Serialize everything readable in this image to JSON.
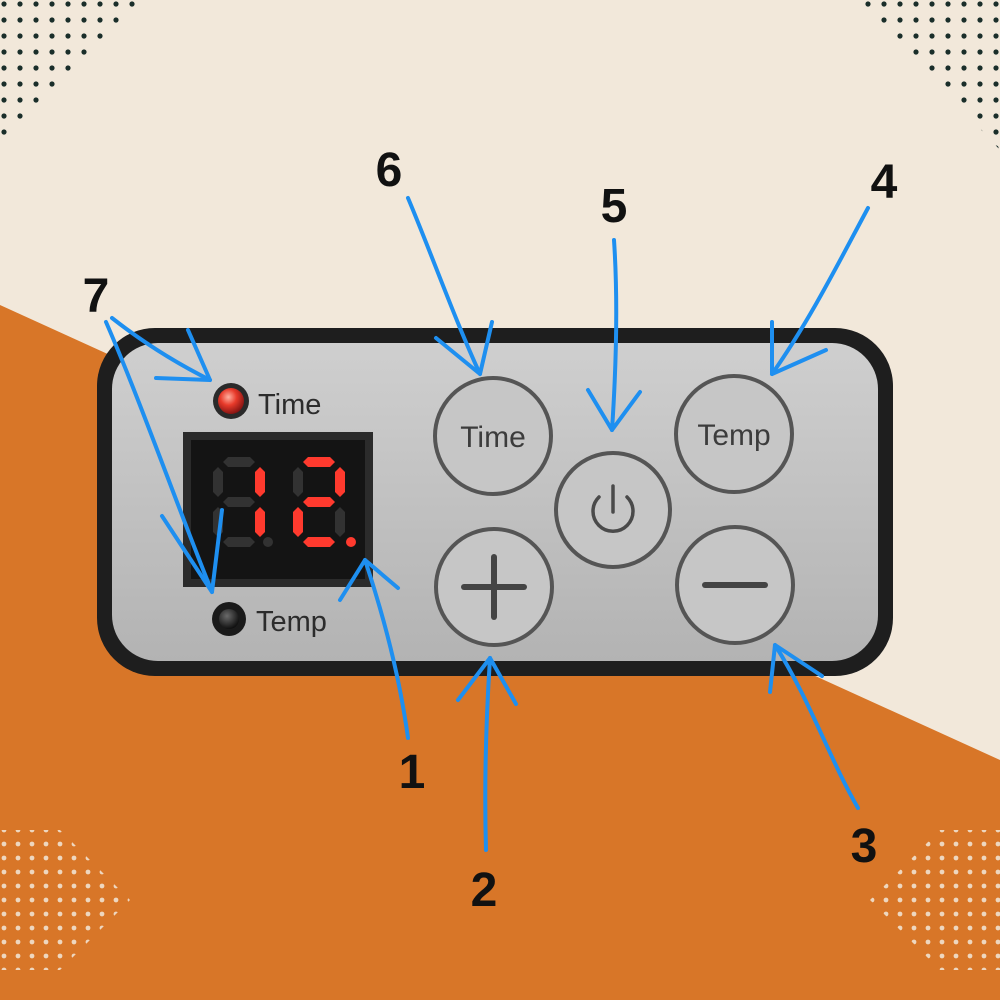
{
  "colors": {
    "background_cream": "#f2e8da",
    "background_orange": "#d87628",
    "panel_face": "#c2c2c2",
    "panel_border": "#1e1e1e",
    "button_ring": "#555555",
    "display_bg": "#141414",
    "segment_on": "#ff3a2e",
    "led_time": "#e02a2a",
    "led_temp": "#1c1c1c",
    "arrow": "#1e8ff0",
    "dots": "#1a2e2a"
  },
  "display": {
    "digit_1": "1",
    "digit_2": "2",
    "segments_on": {
      "digit_1": [
        "b",
        "c"
      ],
      "digit_2": [
        "a",
        "b",
        "g",
        "e",
        "d"
      ]
    }
  },
  "indicators": {
    "time_label": "Time",
    "temp_label": "Temp",
    "time_led_state": "on",
    "temp_led_state": "off"
  },
  "buttons": {
    "time_label": "Time",
    "temp_label": "Temp",
    "plus_icon": "plus-icon",
    "minus_icon": "minus-icon",
    "power_icon": "power-icon"
  },
  "callouts": {
    "n1": "1",
    "n2": "2",
    "n3": "3",
    "n4": "4",
    "n5": "5",
    "n6": "6",
    "n7": "7"
  }
}
